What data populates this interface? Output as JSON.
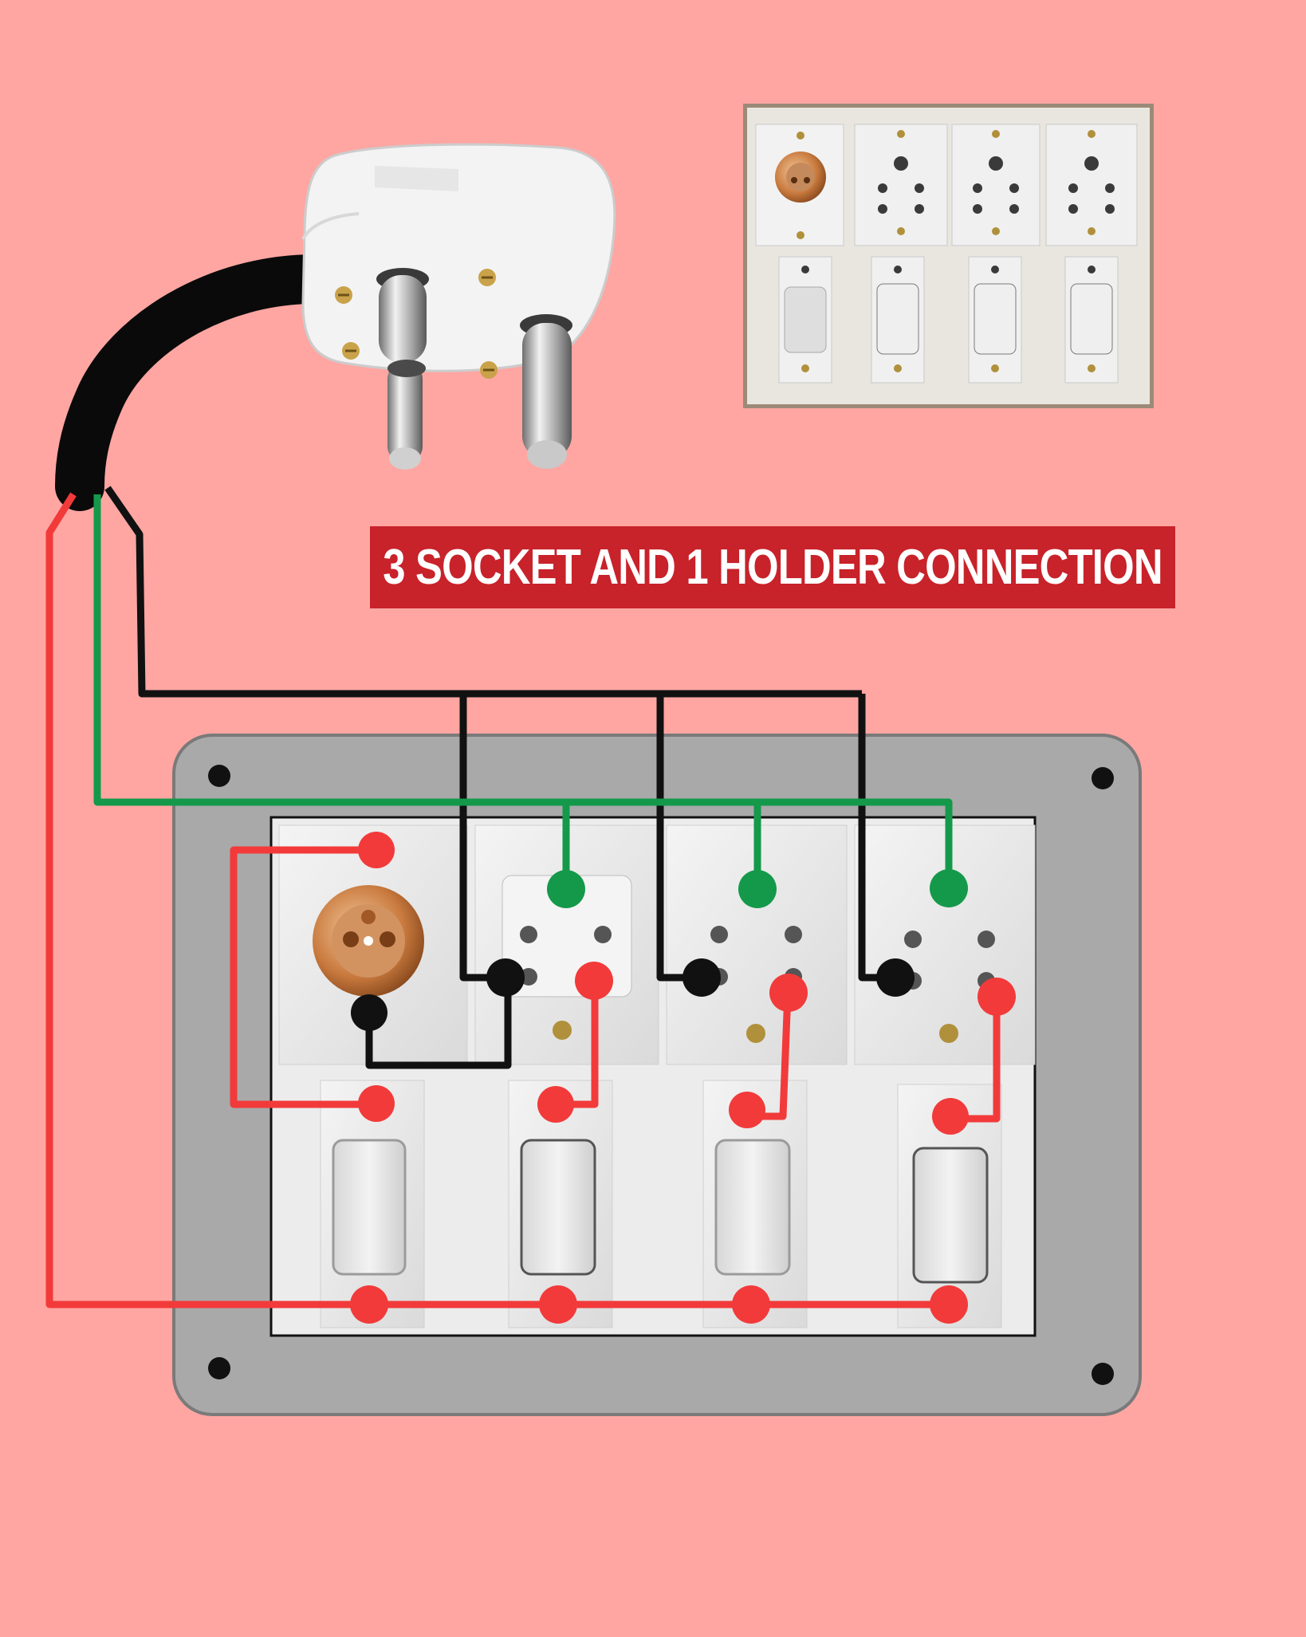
{
  "title": "3 SOCKET AND 1 HOLDER CONNECTION",
  "colors": {
    "background": "#ffa6a2",
    "banner": "#c8222a",
    "phase_wire": "#f23a3a",
    "earth_wire": "#14994a",
    "neutral_wire": "#111111",
    "board": "#a9a9a9"
  },
  "components": {
    "plug": "3-pin-plug",
    "holder_count": 1,
    "socket_count": 3,
    "switch_count": 4
  },
  "icons": [
    "plug-icon",
    "bulb-holder-icon",
    "socket-icon",
    "switch-icon",
    "screw-icon"
  ]
}
